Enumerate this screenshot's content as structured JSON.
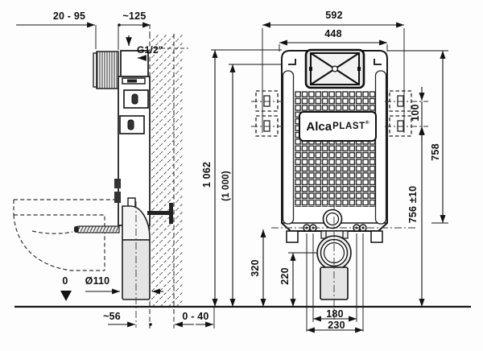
{
  "diagram": {
    "brand": {
      "bold": "Alca",
      "light": "PLAST",
      "reg": "®"
    },
    "side_view": {
      "flush_pipe_range": "20 - 95",
      "depth": "~125",
      "water_inlet": "G1/2\"",
      "outlet_diameter": "Ø110",
      "floor_datum": "0",
      "outlet_offset": "~56",
      "wall_finish_range": "0 - 40"
    },
    "front_view": {
      "overall_width": "592",
      "opening_width": "448",
      "bracket_spacing": "100",
      "frame_height": "758",
      "bracket_height": "756 ±10",
      "total_height": "1 062",
      "reference_height": "(1 000)",
      "fixing_height": "320",
      "outlet_height": "220",
      "bolt_spacing_inner": "180",
      "bolt_spacing_outer": "230"
    }
  }
}
